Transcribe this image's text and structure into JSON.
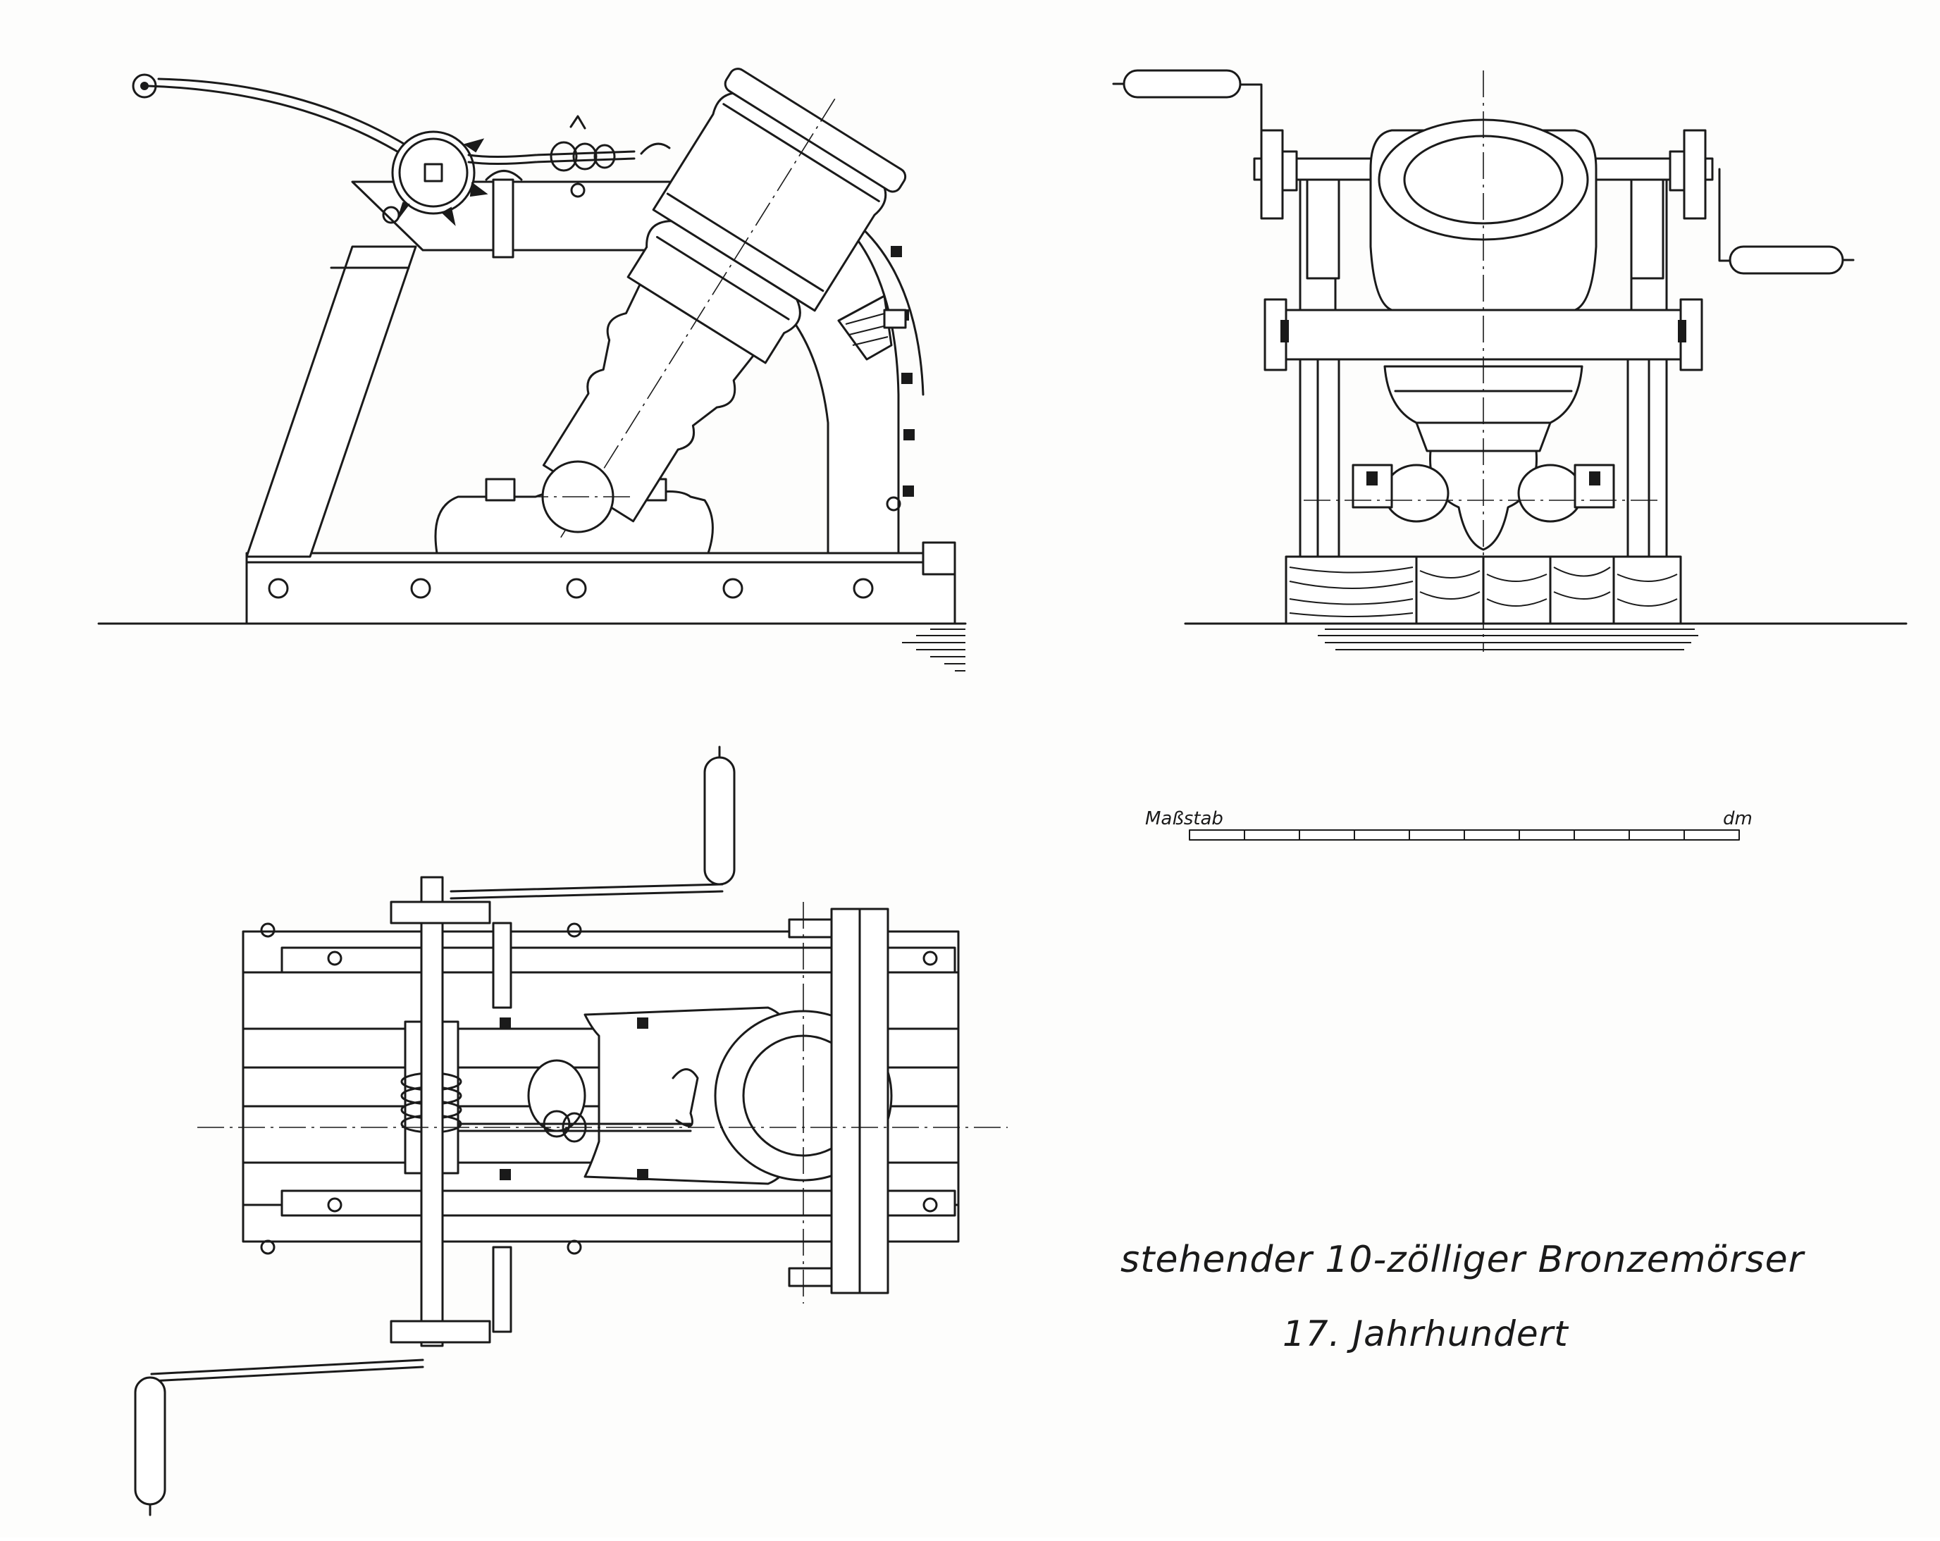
{
  "drawing": {
    "title_line1": "stehender 10-zölliger Bronzemörser",
    "title_line2": "17. Jahrhundert"
  },
  "scale_bar": {
    "label": "Maßstab",
    "unit": "dm",
    "segments": 10
  },
  "colors": {
    "ink": "#1a1a1a",
    "paper": "#fdfdfc"
  }
}
